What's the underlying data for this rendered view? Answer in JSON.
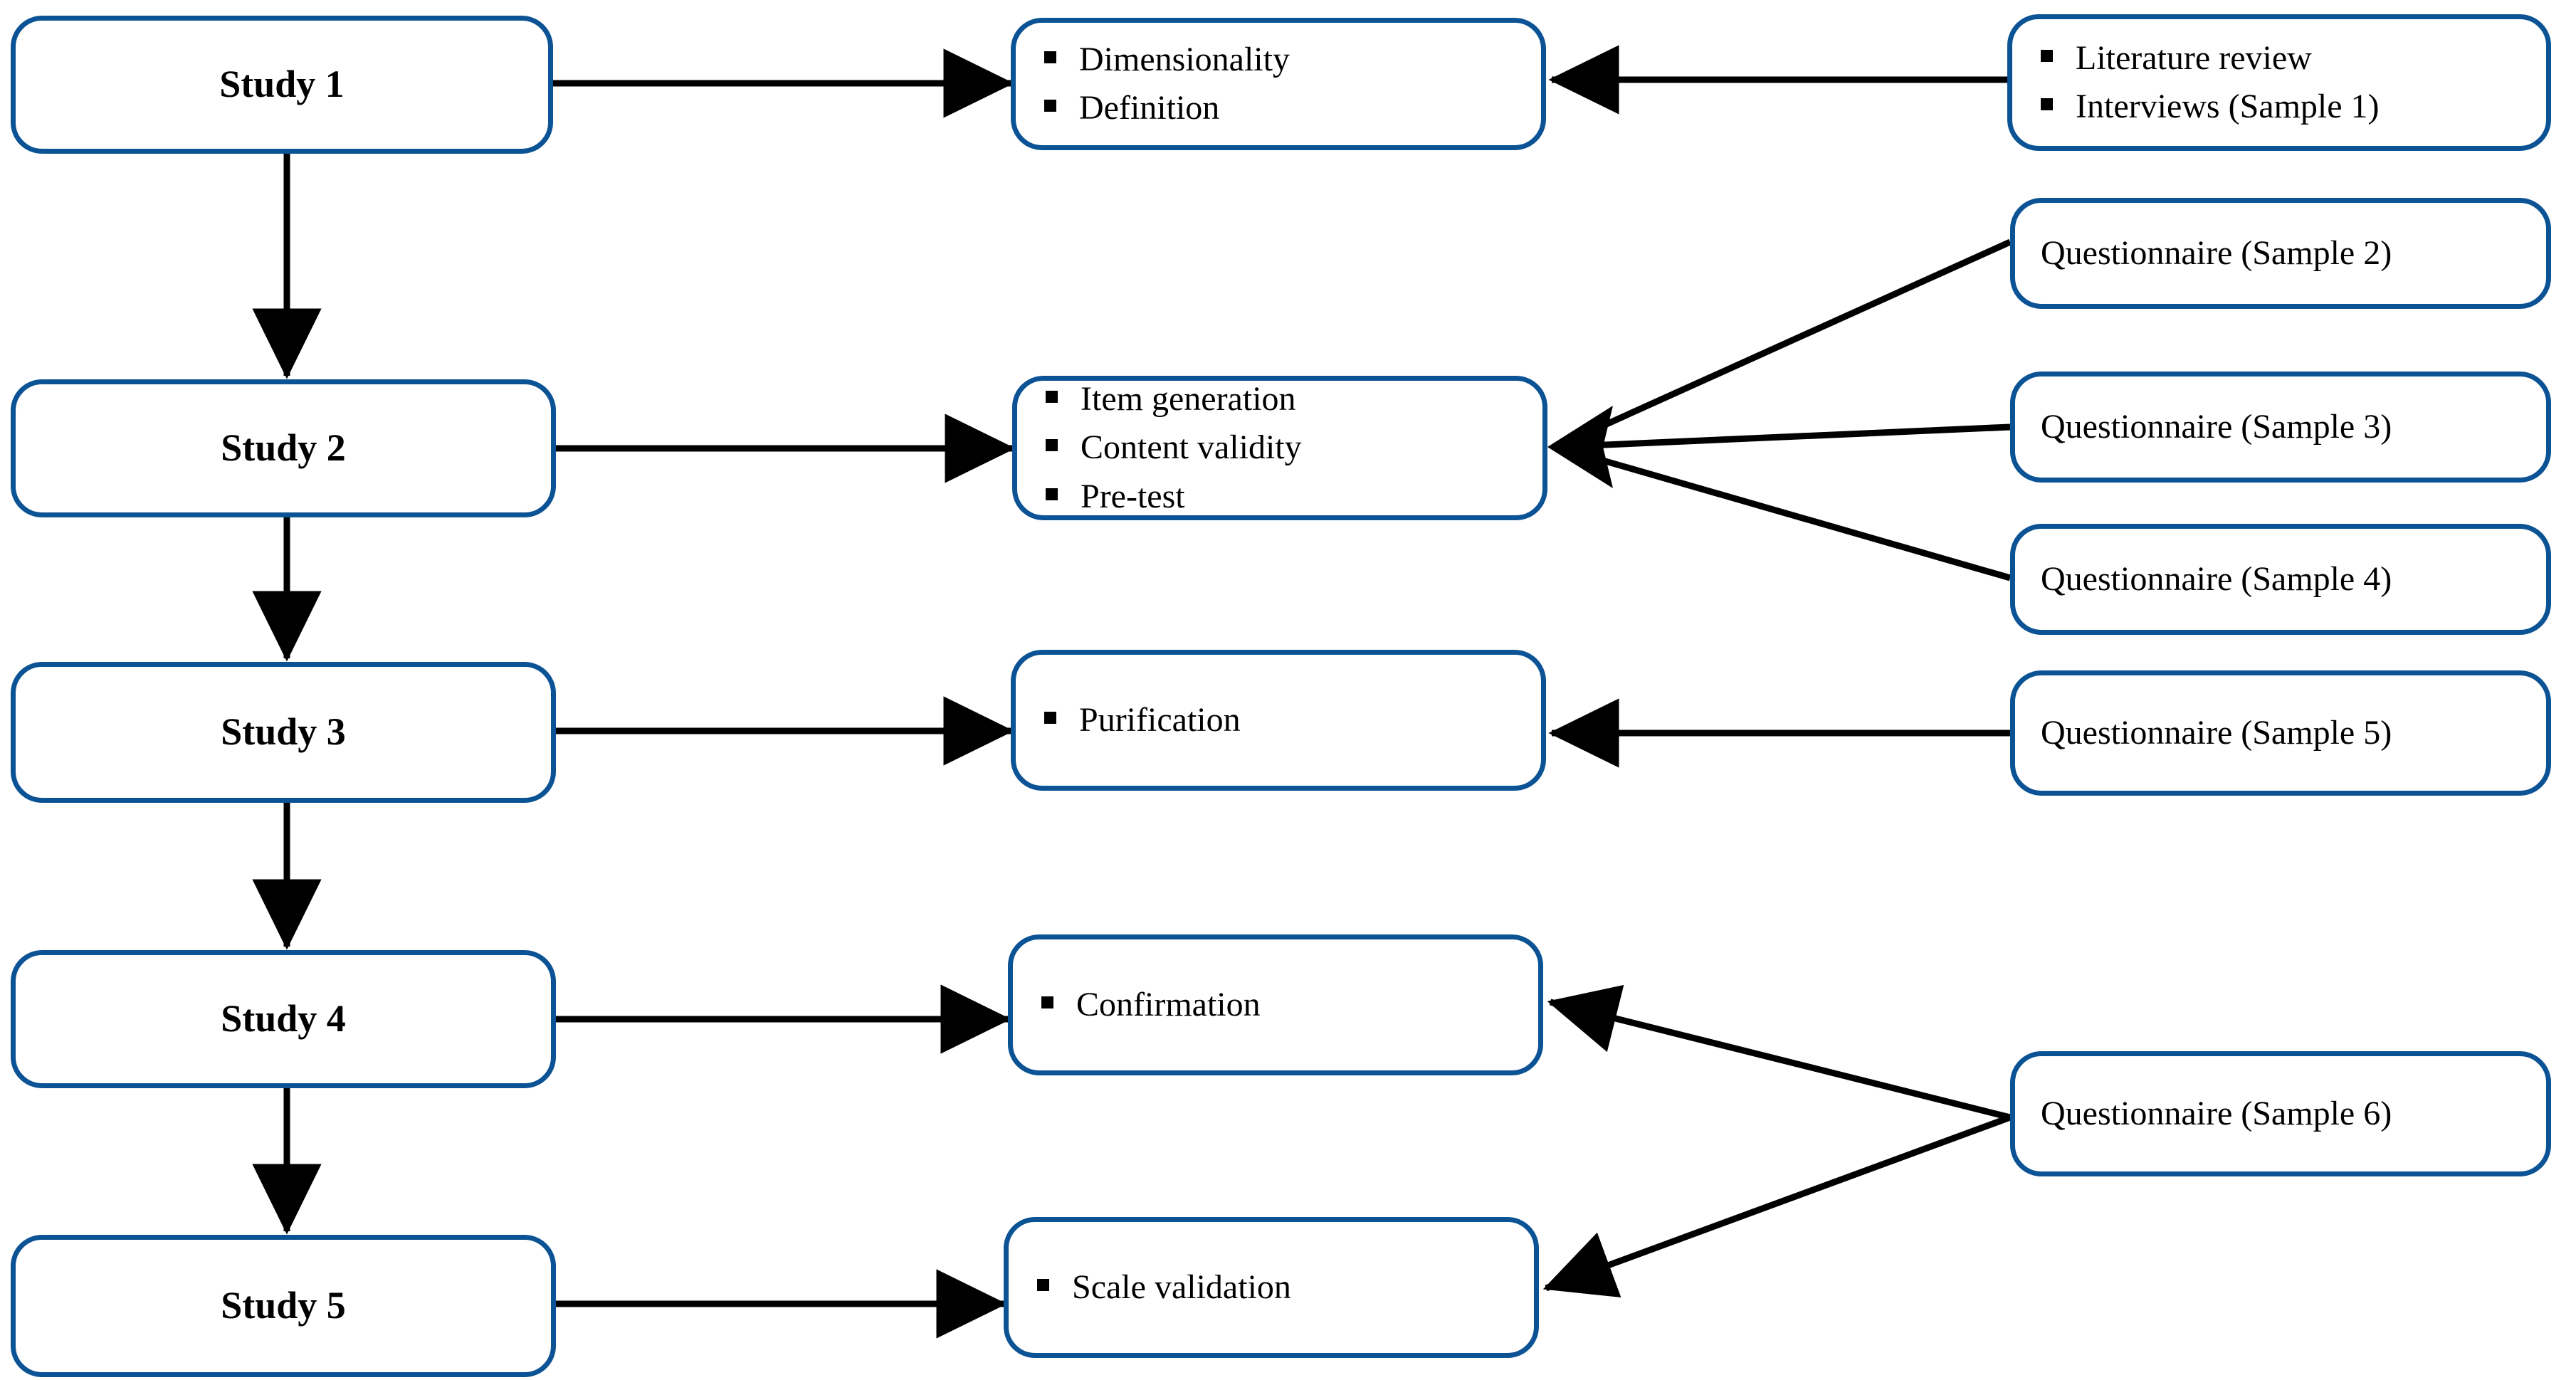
{
  "diagram": {
    "title": "Scale development multi-study research design flowchart",
    "accent_color": "#0B5394",
    "line_color": "#000000",
    "background_color": "#FFFFFF",
    "bullet_glyph": "square-bullet"
  },
  "studies": [
    {
      "label": "Study 1"
    },
    {
      "label": "Study 2"
    },
    {
      "label": "Study 3"
    },
    {
      "label": "Study 4"
    },
    {
      "label": "Study 5"
    }
  ],
  "activities": [
    {
      "items": [
        "Dimensionality",
        "Definition"
      ]
    },
    {
      "items": [
        "Item generation",
        "Content validity",
        "Pre-test"
      ]
    },
    {
      "items": [
        "Purification"
      ]
    },
    {
      "items": [
        "Confirmation"
      ]
    },
    {
      "items": [
        "Scale validation"
      ]
    }
  ],
  "sources": [
    {
      "type": "bulleted",
      "items": [
        "Literature review",
        "Interviews (Sample 1)"
      ]
    },
    {
      "type": "plain",
      "label": "Questionnaire (Sample 2)"
    },
    {
      "type": "plain",
      "label": "Questionnaire (Sample 3)"
    },
    {
      "type": "plain",
      "label": "Questionnaire (Sample 4)"
    },
    {
      "type": "plain",
      "label": "Questionnaire (Sample 5)"
    },
    {
      "type": "plain",
      "label": "Questionnaire (Sample 6)"
    }
  ],
  "connections": {
    "study_to_activity": [
      "Study 1 → Dimensionality / Definition",
      "Study 2 → Item generation / Content validity / Pre-test",
      "Study 3 → Purification",
      "Study 4 → Confirmation",
      "Study 5 → Scale validation"
    ],
    "study_to_study": [
      "Study 1 → Study 2",
      "Study 2 → Study 3",
      "Study 3 → Study 4",
      "Study 4 → Study 5"
    ],
    "source_to_activity": [
      "Literature review / Interviews (Sample 1) → Dimensionality / Definition",
      "Questionnaire (Sample 2) → Item generation / Content validity / Pre-test",
      "Questionnaire (Sample 3) → Item generation / Content validity / Pre-test",
      "Questionnaire (Sample 4) → Item generation / Content validity / Pre-test",
      "Questionnaire (Sample 5) → Purification",
      "Questionnaire (Sample 6) → Confirmation",
      "Questionnaire (Sample 6) → Scale validation"
    ]
  }
}
